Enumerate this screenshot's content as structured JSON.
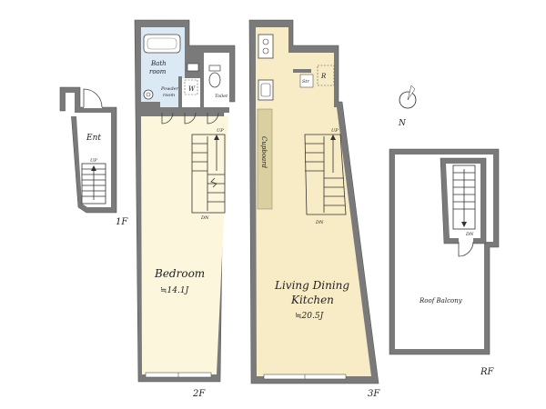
{
  "floors": {
    "f1": "1F",
    "f2": "2F",
    "f3": "3F",
    "rf": "RF"
  },
  "rooms": {
    "ent": "Ent",
    "bath": "Bath room",
    "bath_line1": "Bath",
    "bath_line2": "room",
    "powder_line1": "Powder",
    "powder_line2": "room",
    "washer": "W",
    "toilet": "Toilet",
    "bedroom": "Bedroom",
    "bedroom_size": "≒14.1J",
    "ldk_line1": "Living Dining",
    "ldk_line2": "Kitchen",
    "ldk_size": "≒20.5J",
    "cupboard": "Cupboard",
    "fridge": "R",
    "storage": "Str",
    "roof_balcony": "Roof Balcony"
  },
  "stairs": {
    "up": "UP",
    "dn": "DN"
  },
  "compass": {
    "north": "N"
  },
  "colors": {
    "wall": "#7a7a7a",
    "bedroom_floor": "#fbf6dc",
    "ldk_floor": "#f7ecc6",
    "wet_area": "#dbe9f5",
    "cupboard": "#d9cfa0"
  }
}
